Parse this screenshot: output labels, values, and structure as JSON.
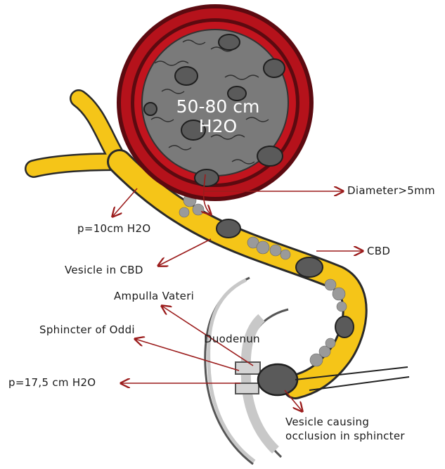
{
  "cyst_label": {
    "line1": "50-80 cm",
    "line2": "H2O"
  },
  "labels": {
    "diameter": "Diameter>5mm",
    "pressure_cbd": "p=10cm H2O",
    "cbd": "CBD",
    "vesicle_in_cbd": "Vesicle in CBD",
    "ampulla": "Ampulla Vateri",
    "sphincter": "Sphincter of Oddi",
    "duodenum": "Duodenun",
    "pressure_sphincter": "p=17,5 cm H2O",
    "vesicle_occlusion_line1": "Vesicle causing",
    "vesicle_occlusion_line2": "occlusion in sphincter"
  },
  "colors": {
    "cyst_wall_outer": "#5c0a10",
    "cyst_wall": "#b5121b",
    "cyst_inner": "#7a7a7a",
    "bile_duct": "#f5c518",
    "arrow": "#9b1c1c",
    "duodenum": "#c8c8c8"
  }
}
